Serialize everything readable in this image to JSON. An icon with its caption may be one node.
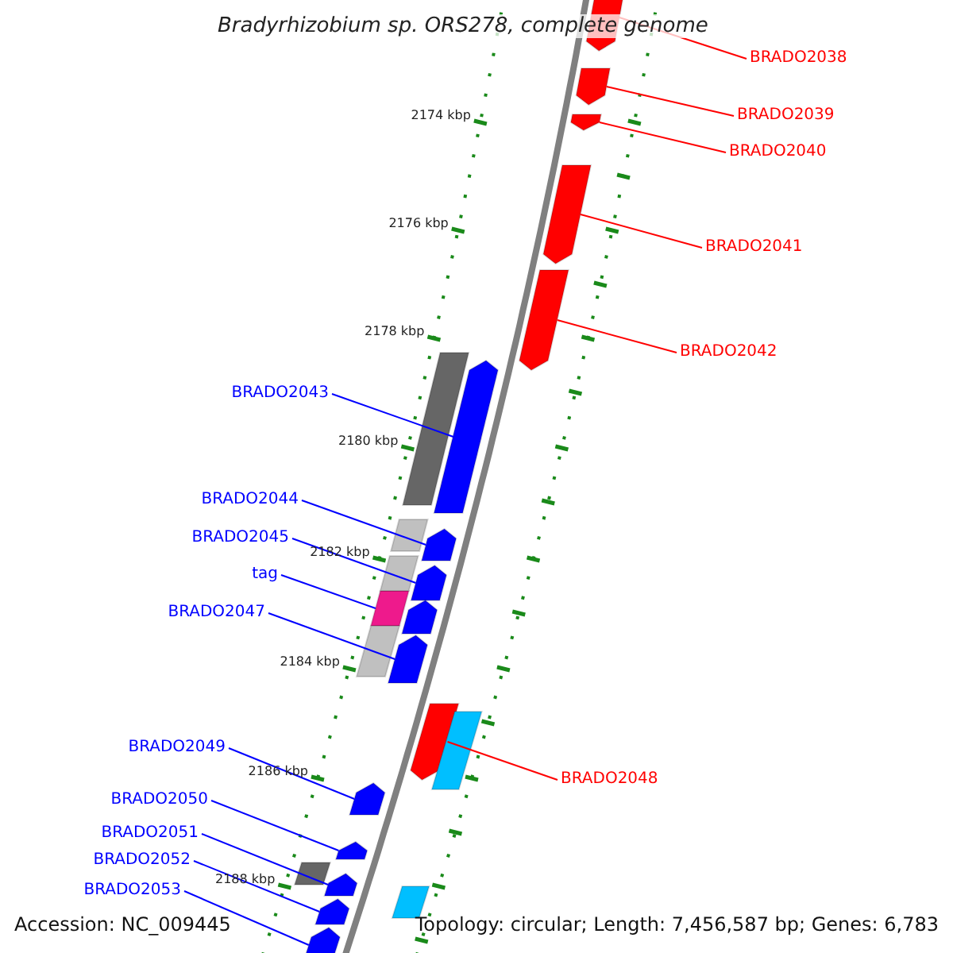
{
  "diagram": {
    "title": "Bradyrhizobium sp. ORS278, complete genome",
    "nodes": [
      {
        "text": [
          "BRADO2038"
        ]
      },
      {
        "text": [],
        "shape": "arrow"
      },
      {
        "text": [
          "BRADO2039"
        ]
      },
      {
        "text": [],
        "shape": "arrow"
      },
      {
        "text": [
          "BRADO2040"
        ]
      },
      {
        "text": [],
        "shape": "arrow"
      },
      {
        "text": [
          "BRADO2041"
        ]
      },
      {
        "text": [],
        "shape": "arrow"
      },
      {
        "text": [
          "BRADO2042"
        ]
      },
      {
        "text": [],
        "shape": "arrow"
      },
      {
        "text": [
          "BRADO2043"
        ]
      },
      {
        "text": [],
        "shape": "arrow"
      },
      {
        "text": [
          "BRADO2044"
        ]
      },
      {
        "text": [],
        "shape": "arrow"
      },
      {
        "text": [
          "BRADO2045"
        ]
      },
      {
        "text": [],
        "shape": "arrow"
      },
      {
        "text": [
          "tag"
        ]
      },
      {
        "text": [],
        "shape": "bar"
      },
      {
        "text": [
          "BRADO2047"
        ]
      },
      {
        "text": [],
        "shape": "arrow"
      },
      {
        "text": [
          "BRADO2049"
        ]
      },
      {
        "text": [],
        "shape": "arrow"
      },
      {
        "text": [
          "BRADO2048"
        ]
      },
      {
        "text": [],
        "shape": "arrow"
      },
      {
        "text": [
          "BRADO2050"
        ]
      },
      {
        "text": [],
        "shape": "arrow"
      },
      {
        "text": [
          "BRADO2051"
        ]
      },
      {
        "text": [],
        "shape": "arrow"
      },
      {
        "text": [
          "BRADO2052"
        ]
      },
      {
        "text": [],
        "shape": "arrow"
      },
      {
        "text": [
          "BRADO2053"
        ]
      },
      {
        "text": [],
        "shape": "arrow"
      },
      {
        "text": [],
        "shape": "bar"
      },
      {
        "text": [],
        "shape": "bar"
      },
      {
        "text": [],
        "shape": "bar"
      },
      {
        "text": [],
        "shape": "arrow"
      },
      {
        "text": [],
        "shape": "bar"
      },
      {
        "text": [],
        "shape": "bar"
      },
      {
        "text": [],
        "shape": "bar"
      },
      {
        "text": [],
        "shape": "bar"
      }
    ],
    "edges": [
      {
        "from": 0,
        "to": 1,
        "arrow": "none",
        "color": "#ff0000"
      },
      {
        "from": 2,
        "to": 3,
        "arrow": "none",
        "color": "#ff0000"
      },
      {
        "from": 4,
        "to": 5,
        "arrow": "none",
        "color": "#ff0000"
      },
      {
        "from": 6,
        "to": 7,
        "arrow": "none",
        "color": "#ff0000"
      },
      {
        "from": 8,
        "to": 9,
        "arrow": "none",
        "color": "#ff0000"
      },
      {
        "from": 10,
        "to": 11,
        "arrow": "none"
      },
      {
        "from": 12,
        "to": 13,
        "arrow": "none"
      },
      {
        "from": 14,
        "to": 15,
        "arrow": "none"
      },
      {
        "from": 16,
        "to": 17,
        "arrow": "none"
      },
      {
        "from": 18,
        "to": 19,
        "arrow": "none"
      },
      {
        "from": 20,
        "to": 21,
        "arrow": "none"
      },
      {
        "from": 22,
        "to": 23,
        "arrow": "none",
        "color": "#ff0000"
      },
      {
        "from": 24,
        "to": 25,
        "arrow": "none"
      },
      {
        "from": 26,
        "to": 27,
        "arrow": "none"
      },
      {
        "from": 28,
        "to": 29,
        "arrow": "none"
      },
      {
        "from": 30,
        "to": 31,
        "arrow": "none"
      }
    ],
    "labels": [
      "2174 kbp",
      "2176 kbp",
      "2178 kbp",
      "2180 kbp",
      "2182 kbp",
      "2184 kbp",
      "2186 kbp",
      "2188 kbp",
      "Accession: NC_009445",
      "Topology: circular; Length: 7,456,587 bp; Genes: 6,783"
    ]
  }
}
